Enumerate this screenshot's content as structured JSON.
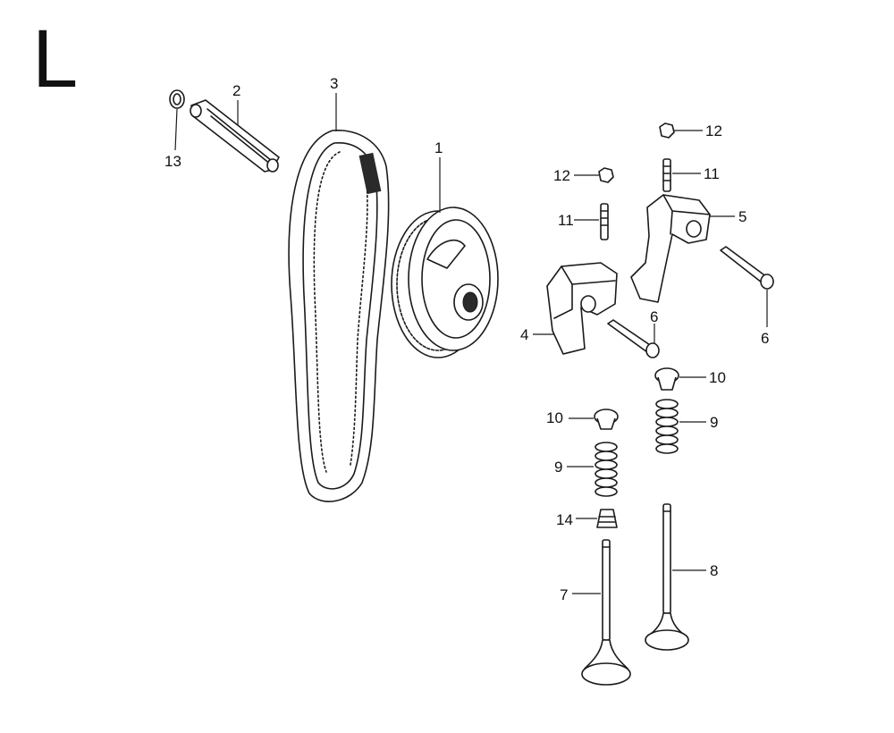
{
  "diagram": {
    "section_letter": "L",
    "callouts": {
      "c1": "1",
      "c2": "2",
      "c3": "3",
      "c4": "4",
      "c5": "5",
      "c6a": "6",
      "c6b": "6",
      "c7": "7",
      "c8": "8",
      "c9a": "9",
      "c9b": "9",
      "c10a": "10",
      "c10b": "10",
      "c11a": "11",
      "c11b": "11",
      "c12a": "12",
      "c12b": "12",
      "c13": "13",
      "c14": "14"
    }
  }
}
